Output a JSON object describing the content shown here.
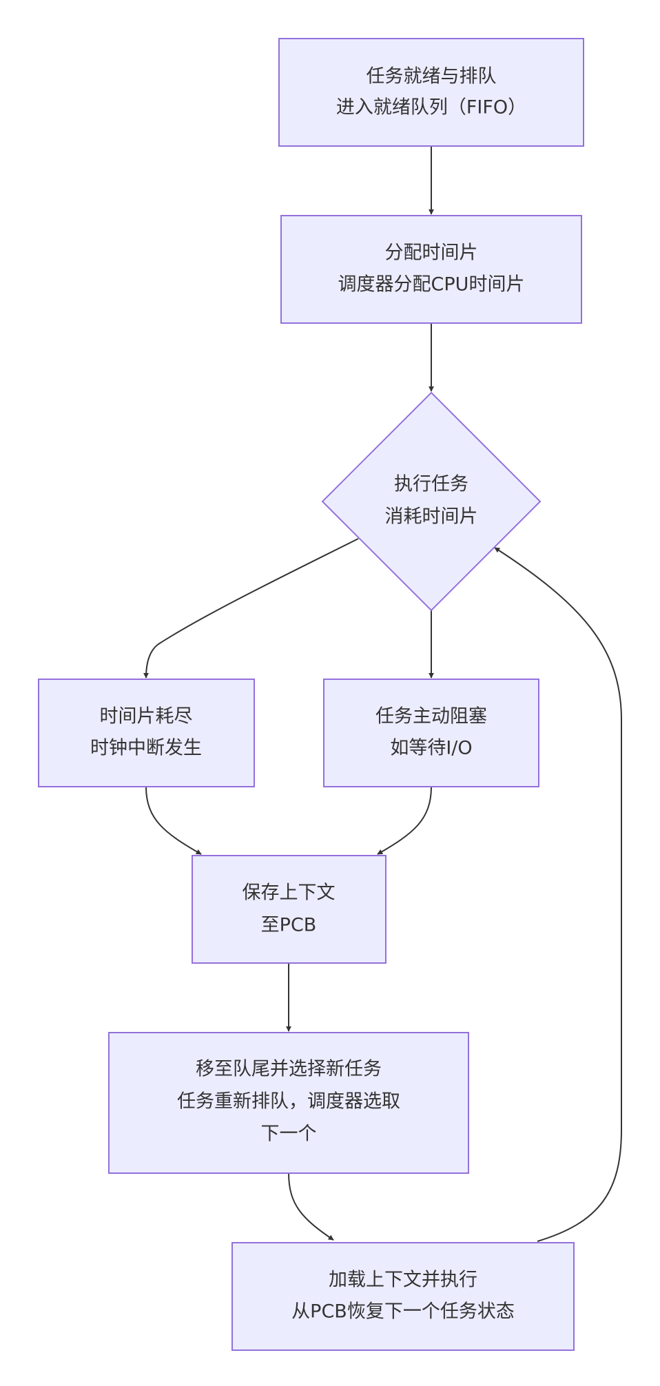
{
  "nodes": {
    "ready_queue": {
      "line1": "任务就绪与排队",
      "line2": "进入就绪队列（FIFO）"
    },
    "assign_slice": {
      "line1": "分配时间片",
      "line2": "调度器分配CPU时间片"
    },
    "execute": {
      "line1": "执行任务",
      "line2": "消耗时间片"
    },
    "slice_exhausted": {
      "line1": "时间片耗尽",
      "line2": "时钟中断发生"
    },
    "blocked": {
      "line1": "任务主动阻塞",
      "line2": "如等待I/O"
    },
    "save_context": {
      "line1": "保存上下文",
      "line2": "至PCB"
    },
    "requeue": {
      "line1": "移至队尾并选择新任务",
      "line2": "任务重新排队，调度器选取",
      "line3": "下一个"
    },
    "load_context": {
      "line1": "加载上下文并执行",
      "line2": "从PCB恢复下一个任务状态"
    }
  },
  "colors": {
    "node_fill": "#ececff",
    "node_stroke": "#9370db",
    "edge": "#333333",
    "text": "#333333"
  }
}
